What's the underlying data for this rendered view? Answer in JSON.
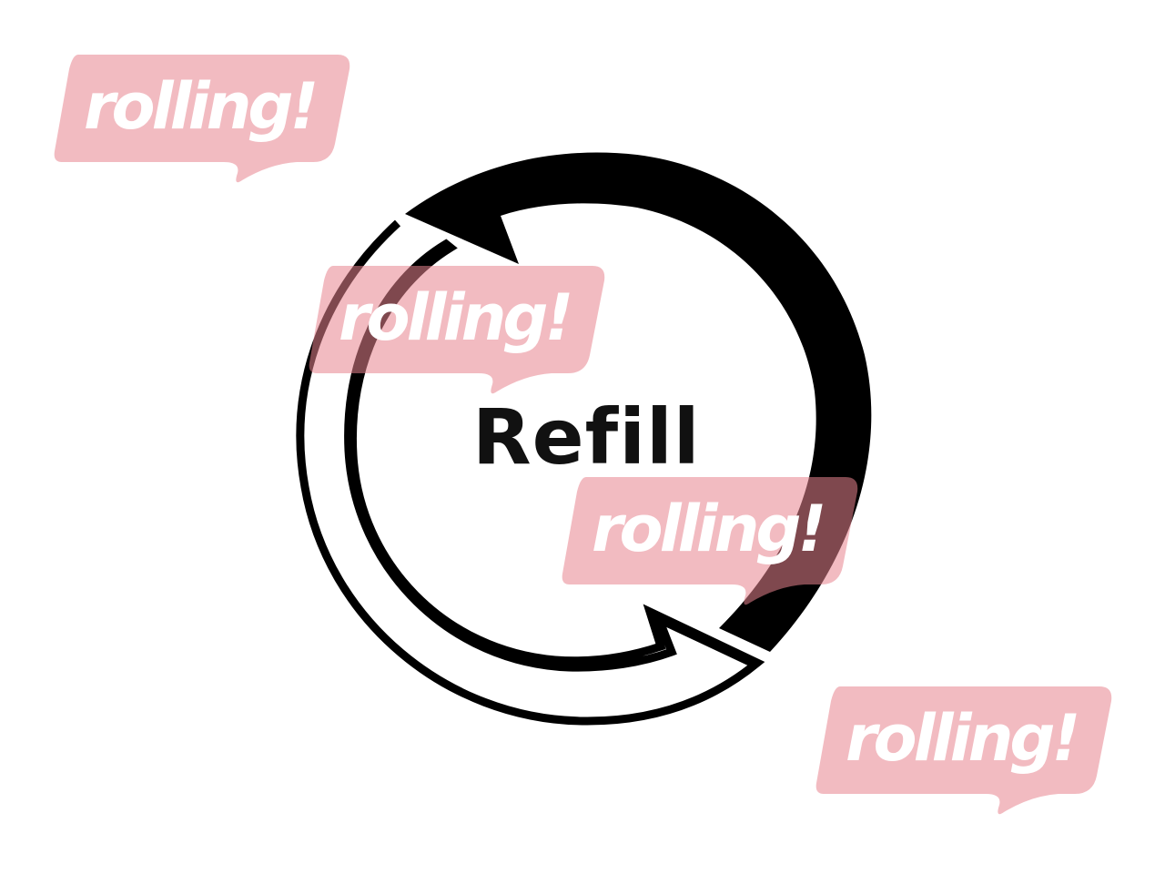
{
  "emblem": {
    "label": "Refill",
    "icon": "refill-cycle-arrows-icon",
    "stroke_color": "#000000"
  },
  "watermarks": [
    {
      "text": "rolling!"
    },
    {
      "text": "rolling!"
    },
    {
      "text": "rolling!"
    },
    {
      "text": "rolling!"
    }
  ],
  "colors": {
    "watermark_bubble": "#e8848e",
    "watermark_text": "#ffffff",
    "background": "#ffffff"
  }
}
